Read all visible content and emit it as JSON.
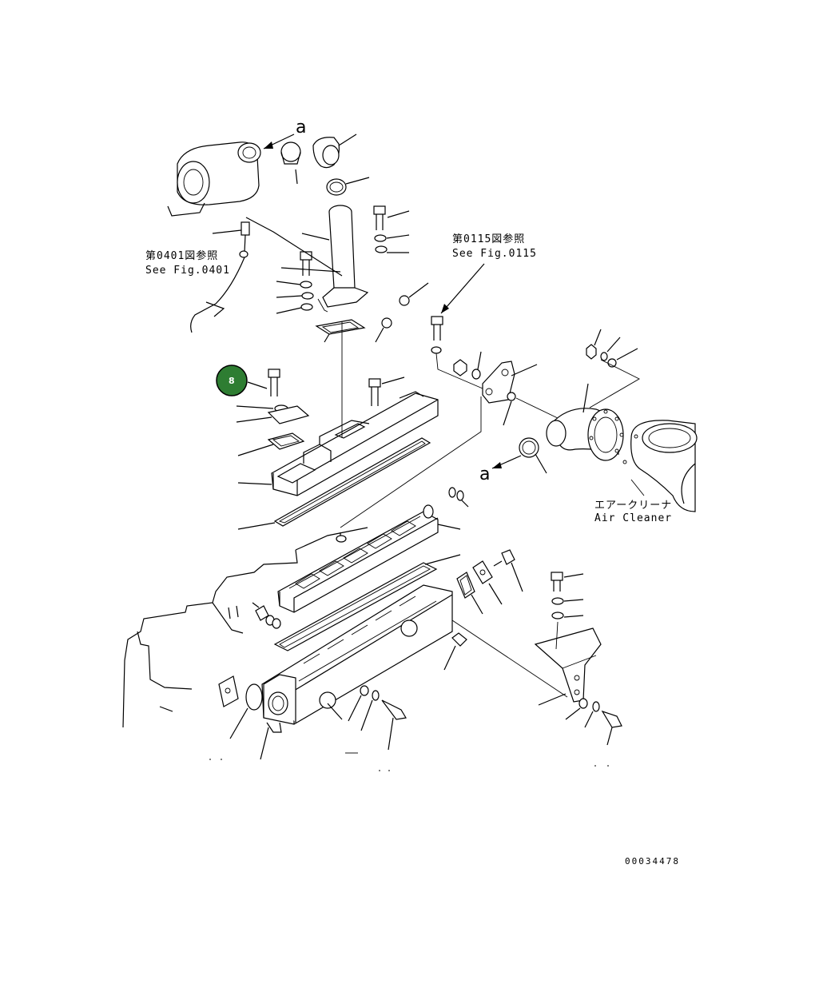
{
  "labels": {
    "ref_0401_jp": "第0401図参照",
    "ref_0401_en": "See Fig.0401",
    "ref_0115_jp": "第0115図参照",
    "ref_0115_en": "See Fig.0115",
    "air_cleaner_jp": "エアークリーナ",
    "air_cleaner_en": "Air Cleaner",
    "connector_a_top": "a",
    "connector_a_right": "a",
    "drawing_code": "00034478"
  },
  "callout": {
    "number": "8",
    "color": "#2e7d32"
  }
}
